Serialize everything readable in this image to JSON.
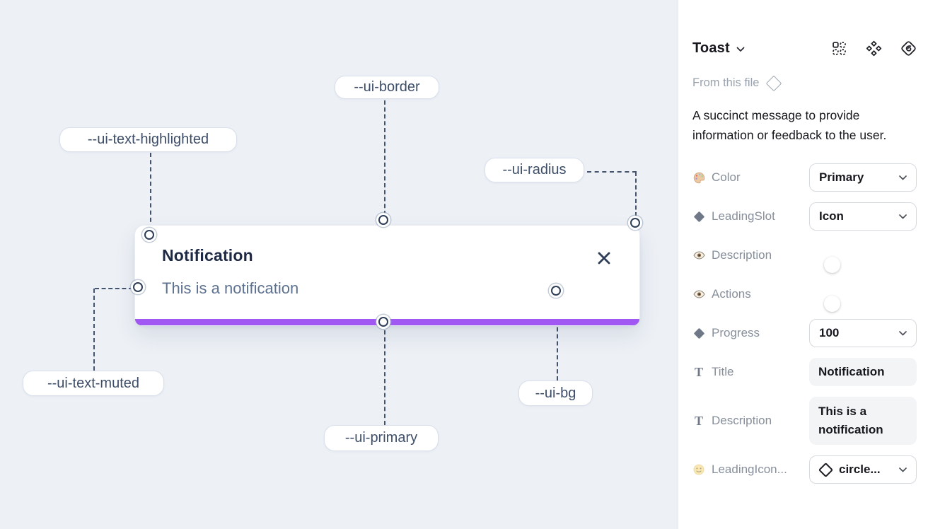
{
  "canvas": {
    "toast": {
      "title": "Notification",
      "description": "This is a notification",
      "close_icon": "x-icon"
    },
    "annotations": [
      {
        "id": "ui_border",
        "text": "--ui-border"
      },
      {
        "id": "ui_text_highlighted",
        "text": "--ui-text-highlighted"
      },
      {
        "id": "ui_radius",
        "text": "--ui-radius"
      },
      {
        "id": "ui_text_muted",
        "text": "--ui-text-muted"
      },
      {
        "id": "ui_primary",
        "text": "--ui-primary"
      },
      {
        "id": "ui_bg",
        "text": "--ui-bg"
      }
    ],
    "colors": {
      "canvas_bg": "#edf1f6",
      "primary_bar": "#a158f2",
      "line": "#44536e"
    }
  },
  "panel": {
    "title": "Toast",
    "source_label": "From this file",
    "description": "A succinct message to provide information or feedback to the user.",
    "header_icons": [
      "component-grid-icon",
      "component-diamonds-icon",
      "subframe-logo-icon"
    ],
    "rows": [
      {
        "icon": "palette-icon",
        "label": "Color",
        "control": "select",
        "value": "Primary"
      },
      {
        "icon": "diamond-icon",
        "label": "LeadingSlot",
        "control": "select",
        "value": "Icon"
      },
      {
        "icon": "eye-icon",
        "label": "Description",
        "control": "toggle",
        "value": true
      },
      {
        "icon": "eye-icon",
        "label": "Actions",
        "control": "toggle",
        "value": true
      },
      {
        "icon": "diamond-icon",
        "label": "Progress",
        "control": "select",
        "value": "100"
      },
      {
        "icon": "text-icon",
        "label": "Title",
        "control": "field",
        "value": "Notification"
      },
      {
        "icon": "text-icon",
        "label": "Description",
        "control": "field",
        "value": "This is a notification"
      },
      {
        "icon": "smiley-icon",
        "label": "LeadingIcon...",
        "control": "select-icon",
        "value": "circle..."
      }
    ],
    "glyphs": {
      "t": "T"
    },
    "colors": {
      "toggle_on": "#2ba4f8"
    }
  }
}
